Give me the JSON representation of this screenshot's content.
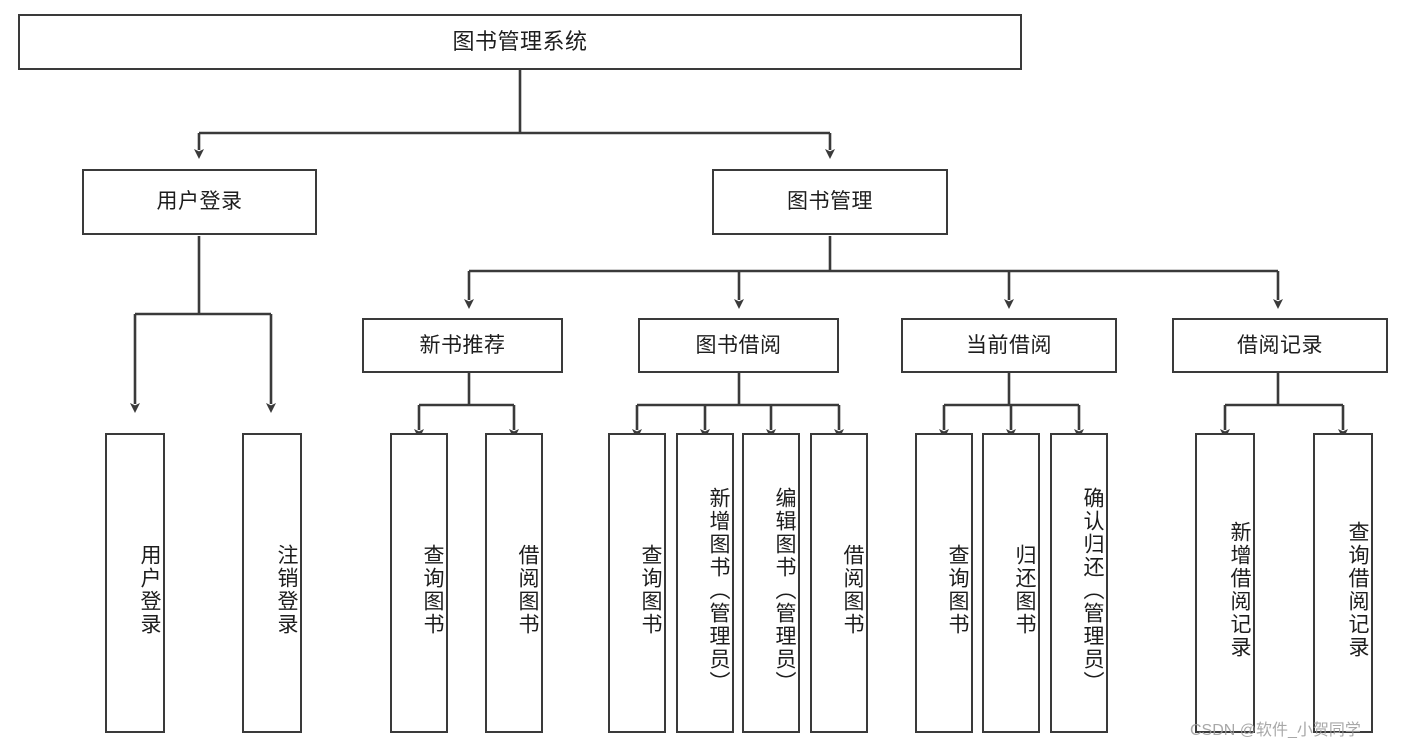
{
  "diagram": {
    "title": "图书管理系统",
    "type": "tree-hierarchy",
    "watermark": "CSDN @软件_小贺同学",
    "colors": {
      "stroke": "#3a3a3a",
      "fill": "#ffffff",
      "text": "#1d1d1d",
      "watermark": "#9a9a9a"
    },
    "nodes": {
      "root": {
        "label": "图书管理系统"
      },
      "level2": [
        {
          "id": "user-login",
          "label": "用户登录"
        },
        {
          "id": "book-management",
          "label": "图书管理"
        }
      ],
      "level3": [
        {
          "id": "new-book-recommend",
          "label": "新书推荐"
        },
        {
          "id": "book-borrow",
          "label": "图书借阅"
        },
        {
          "id": "current-borrow",
          "label": "当前借阅"
        },
        {
          "id": "borrow-record",
          "label": "借阅记录"
        }
      ],
      "leaves": {
        "user_login": [
          {
            "id": "leaf-user-login",
            "label": "用户登录"
          },
          {
            "id": "leaf-logout-login",
            "label": "注销登录"
          }
        ],
        "new_book_recommend": [
          {
            "id": "leaf-query-book-1",
            "label": "查询图书"
          },
          {
            "id": "leaf-borrow-book-1",
            "label": "借阅图书"
          }
        ],
        "book_borrow": [
          {
            "id": "leaf-query-book-2",
            "label": "查询图书"
          },
          {
            "id": "leaf-add-book",
            "label": "新增图书（管理员）"
          },
          {
            "id": "leaf-edit-book",
            "label": "编辑图书（管理员）"
          },
          {
            "id": "leaf-borrow-book-2",
            "label": "借阅图书"
          }
        ],
        "current_borrow": [
          {
            "id": "leaf-query-book-3",
            "label": "查询图书"
          },
          {
            "id": "leaf-return-book",
            "label": "归还图书"
          },
          {
            "id": "leaf-confirm-return",
            "label": "确认归还（管理员）"
          }
        ],
        "borrow_record": [
          {
            "id": "leaf-add-record",
            "label": "新增借阅记录"
          },
          {
            "id": "leaf-query-record",
            "label": "查询借阅记录"
          }
        ]
      }
    }
  }
}
